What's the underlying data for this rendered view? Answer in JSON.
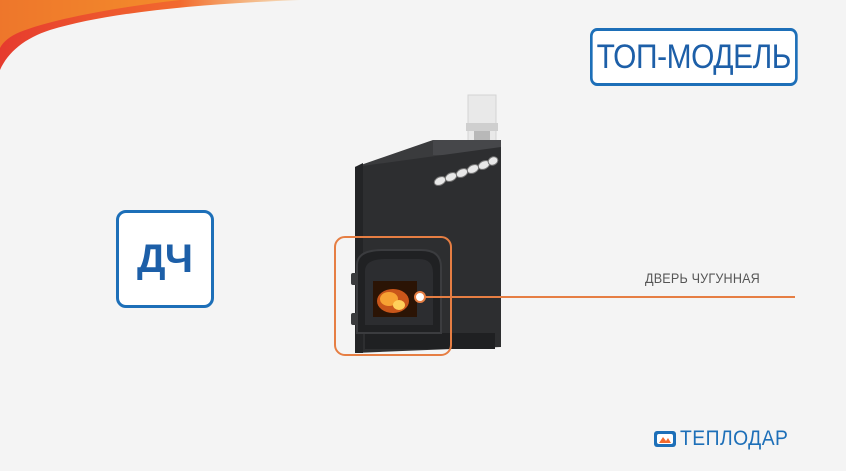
{
  "badges": {
    "top_model": "ТОП-МОДЕЛЬ",
    "model_code": "ДЧ"
  },
  "annotation": {
    "door_label": "ДВЕРЬ ЧУГУННАЯ"
  },
  "brand": {
    "logo_text": "ТЕПЛОДАР"
  },
  "colors": {
    "accent_blue": "#1d6fb8",
    "highlight_orange": "#e67e43",
    "swoosh_red": "#e63b2e",
    "swoosh_orange": "#f7931e",
    "stove_body": "#2d2e30",
    "background": "#f4f4f4"
  },
  "icons": {
    "logo_mark": "flame-window-icon"
  }
}
